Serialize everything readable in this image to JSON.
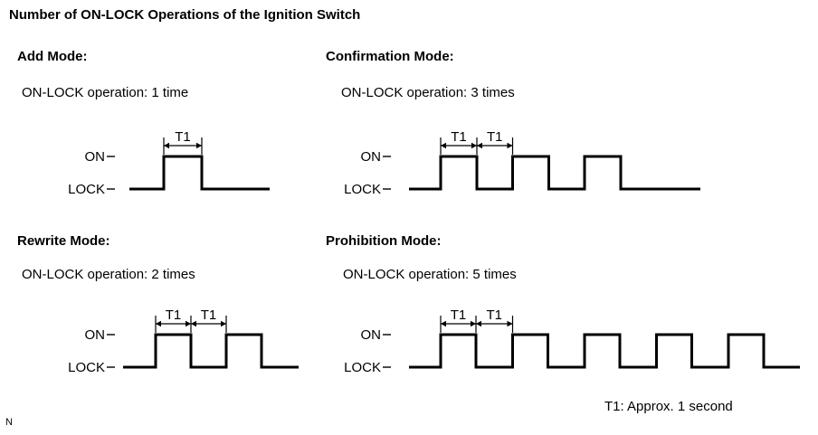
{
  "title": "Number of ON-LOCK Operations of the Ignition Switch",
  "modes": [
    {
      "name": "Add Mode:",
      "operation": "ON-LOCK operation: 1 time",
      "pulses": 1
    },
    {
      "name": "Confirmation Mode:",
      "operation": "ON-LOCK operation: 3 times",
      "pulses": 3
    },
    {
      "name": "Rewrite Mode:",
      "operation": "ON-LOCK operation: 2 times",
      "pulses": 2
    },
    {
      "name": "Prohibition Mode:",
      "operation": "ON-LOCK operation: 5 times",
      "pulses": 5
    }
  ],
  "labels": {
    "on": "ON",
    "lock": "LOCK",
    "t1": "T1"
  },
  "note": "T1: Approx. 1 second",
  "corner_mark": "N"
}
